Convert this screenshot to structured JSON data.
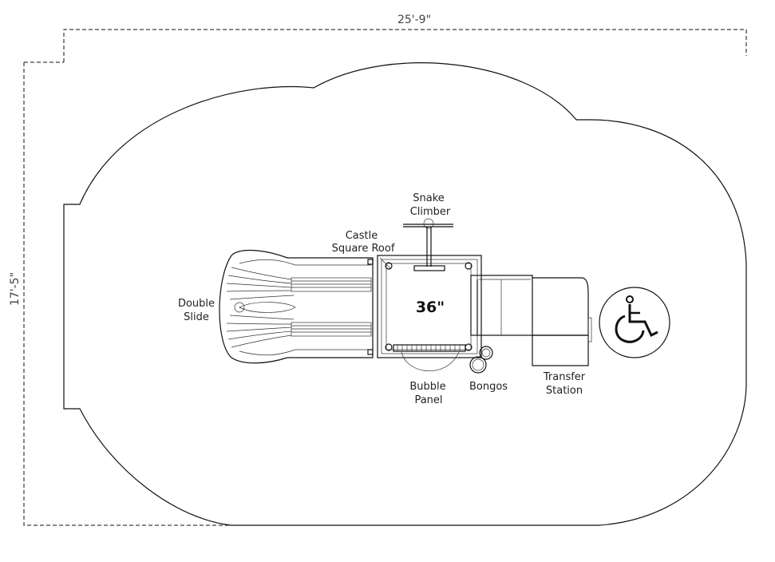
{
  "dimensions": {
    "width": "25'-9\"",
    "height": "17'-5\""
  },
  "deck_height": "36\"",
  "labels": {
    "snake_climber": [
      "Snake",
      "Climber"
    ],
    "castle_roof": [
      "Castle",
      "Square Roof"
    ],
    "double_slide": [
      "Double",
      "Slide"
    ],
    "bubble_panel": [
      "Bubble",
      "Panel"
    ],
    "bongos": [
      "Bongos"
    ],
    "transfer_station": [
      "Transfer",
      "Station"
    ]
  },
  "icons": {
    "accessibility": "wheelchair-icon"
  }
}
